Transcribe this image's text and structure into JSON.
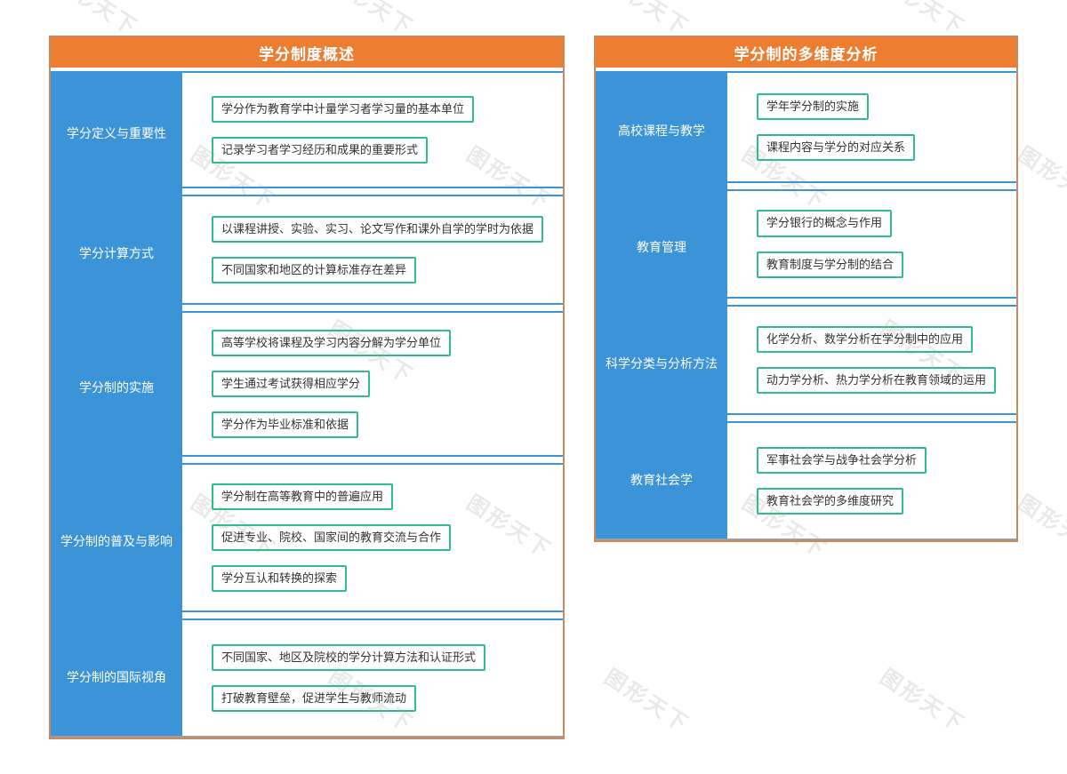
{
  "watermark": {
    "text": "图形天下"
  },
  "colors": {
    "header_bg": "#ED7D31",
    "row_label_bg": "#3B94D8",
    "item_border": "#2EBD8E",
    "panel_border": "#C9895C",
    "item_text": "#333333",
    "bottom_line": "#9E9E9E"
  },
  "panels": [
    {
      "title": "学分制度概述",
      "rows": [
        {
          "label": "学分定义与重要性",
          "items": [
            "学分作为教育学中计量学习者学习量的基本单位",
            "记录学习者学习经历和成果的重要形式"
          ]
        },
        {
          "label": "学分计算方式",
          "items": [
            "以课程讲授、实验、实习、论文写作和课外自学的学时为依据",
            "不同国家和地区的计算标准存在差异"
          ]
        },
        {
          "label": "学分制的实施",
          "items": [
            "高等学校将课程及学习内容分解为学分单位",
            "学生通过考试获得相应学分",
            "学分作为毕业标准和依据"
          ]
        },
        {
          "label": "学分制的普及与影响",
          "items": [
            "学分制在高等教育中的普遍应用",
            "促进专业、院校、国家间的教育交流与合作",
            "学分互认和转换的探索"
          ]
        },
        {
          "label": "学分制的国际视角",
          "items": [
            "不同国家、地区及院校的学分计算方法和认证形式",
            "打破教育壁垒，促进学生与教师流动"
          ]
        }
      ]
    },
    {
      "title": "学分制的多维度分析",
      "rows": [
        {
          "label": "高校课程与教学",
          "items": [
            "学年学分制的实施",
            "课程内容与学分的对应关系"
          ]
        },
        {
          "label": "教育管理",
          "items": [
            "学分银行的概念与作用",
            "教育制度与学分制的结合"
          ]
        },
        {
          "label": "科学分类与分析方法",
          "items": [
            "化学分析、数学分析在学分制中的应用",
            "动力学分析、热力学分析在教育领域的运用"
          ]
        },
        {
          "label": "教育社会学",
          "items": [
            "军事社会学与战争社会学分析",
            "教育社会学的多维度研究"
          ]
        }
      ]
    }
  ]
}
